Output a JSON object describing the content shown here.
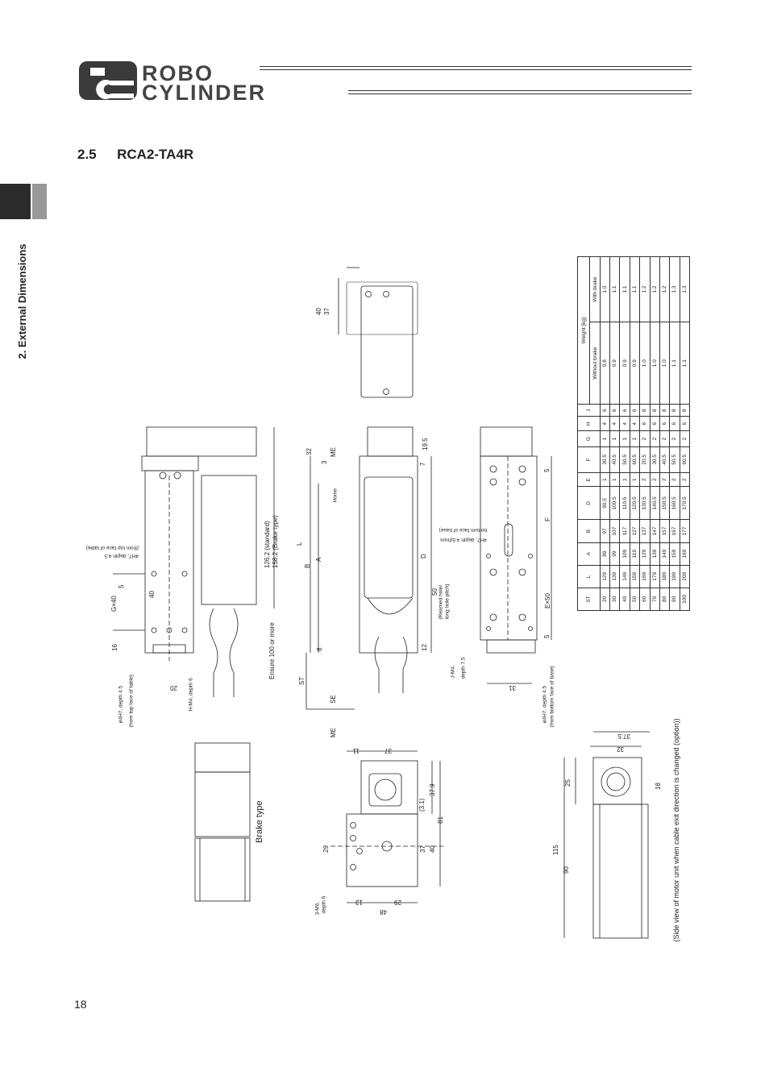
{
  "logo": {
    "line1": "ROBO",
    "line2": "CYLINDER",
    "mark": "RC"
  },
  "section_title": {
    "number": "2.5",
    "model": "RCA2-TA4R"
  },
  "side_tab": {
    "label": "2. External Dimensions"
  },
  "page_number": "18",
  "drawing": {
    "labels": {
      "brake_type": "Brake type",
      "side_view_note": "(Side view of motor unit when cable exit direction is changed (option))",
      "ensure": "Ensure 100 or more",
      "standard_len": "126.2 (standard)",
      "brake_len": "158.2 (Brake type)",
      "home": "Home",
      "me": "ME",
      "se": "SE",
      "hm4": "H-M4, depth 6",
      "pin_top": "ø4H7, depth 4.5",
      "pin_top_note": "(from top face of table)",
      "hole_4h7": "4H7, depth 4.5",
      "hole_4h7_note": "(from top face of table)",
      "pin_bottom": "ø4H7, depth 4.5",
      "pin_bottom_note": "(from bottom face of base)",
      "jm4": "J-M4,",
      "jm4_depth": "depth 7.5",
      "reamed": "50",
      "reamed_note1": "(Reamed hole/",
      "reamed_note2": "long hole pitch)",
      "hole_4h7_b": "4H7, depth 4.5(from",
      "hole_4h7_b_note": "bottom face of base)",
      "m6": "3-M6,",
      "m6_depth": "depth 6",
      "g40": "G×40",
      "e50": "E×50",
      "dims": [
        "40",
        "37",
        "32",
        "19.5",
        "3",
        "7",
        "12",
        "8",
        "16",
        "5",
        "20",
        "31",
        "5",
        "5",
        "40",
        "37",
        "11",
        "37.9",
        "(3.1)",
        "81",
        "37",
        "40",
        "29",
        "13",
        "29",
        "48",
        "37.5",
        "32",
        "25",
        "18",
        "115",
        "90",
        "L",
        "B",
        "A",
        "D",
        "F",
        "ST"
      ]
    }
  },
  "table": {
    "headers": [
      "ST",
      "L",
      "A",
      "B",
      "D",
      "E",
      "F",
      "G",
      "H",
      "J",
      "Without brake",
      "With brake"
    ],
    "weight_header": "Weight [kg]",
    "rows": [
      [
        "20",
        "129",
        "89",
        "97",
        "90.5",
        "1",
        "30.5",
        "1",
        "4",
        "6",
        "0.8",
        "1.0"
      ],
      [
        "30",
        "139",
        "99",
        "107",
        "100.5",
        "1",
        "40.5",
        "1",
        "4",
        "6",
        "0.9",
        "1.1"
      ],
      [
        "40",
        "149",
        "109",
        "117",
        "110.5",
        "1",
        "50.5",
        "1",
        "4",
        "6",
        "0.9",
        "1.1"
      ],
      [
        "50",
        "159",
        "119",
        "127",
        "120.5",
        "1",
        "60.5",
        "1",
        "4",
        "6",
        "0.9",
        "1.1"
      ],
      [
        "60",
        "169",
        "129",
        "137",
        "130.5",
        "2",
        "20.5",
        "2",
        "6",
        "8",
        "1.0",
        "1.2"
      ],
      [
        "70",
        "179",
        "139",
        "147",
        "140.5",
        "2",
        "30.5",
        "2",
        "6",
        "8",
        "1.0",
        "1.2"
      ],
      [
        "80",
        "189",
        "149",
        "157",
        "150.5",
        "2",
        "40.5",
        "2",
        "6",
        "8",
        "1.0",
        "1.2"
      ],
      [
        "90",
        "199",
        "159",
        "167",
        "160.5",
        "2",
        "50.5",
        "2",
        "6",
        "8",
        "1.1",
        "1.3"
      ],
      [
        "100",
        "209",
        "169",
        "177",
        "170.5",
        "2",
        "60.5",
        "2",
        "6",
        "8",
        "1.1",
        "1.3"
      ]
    ]
  }
}
